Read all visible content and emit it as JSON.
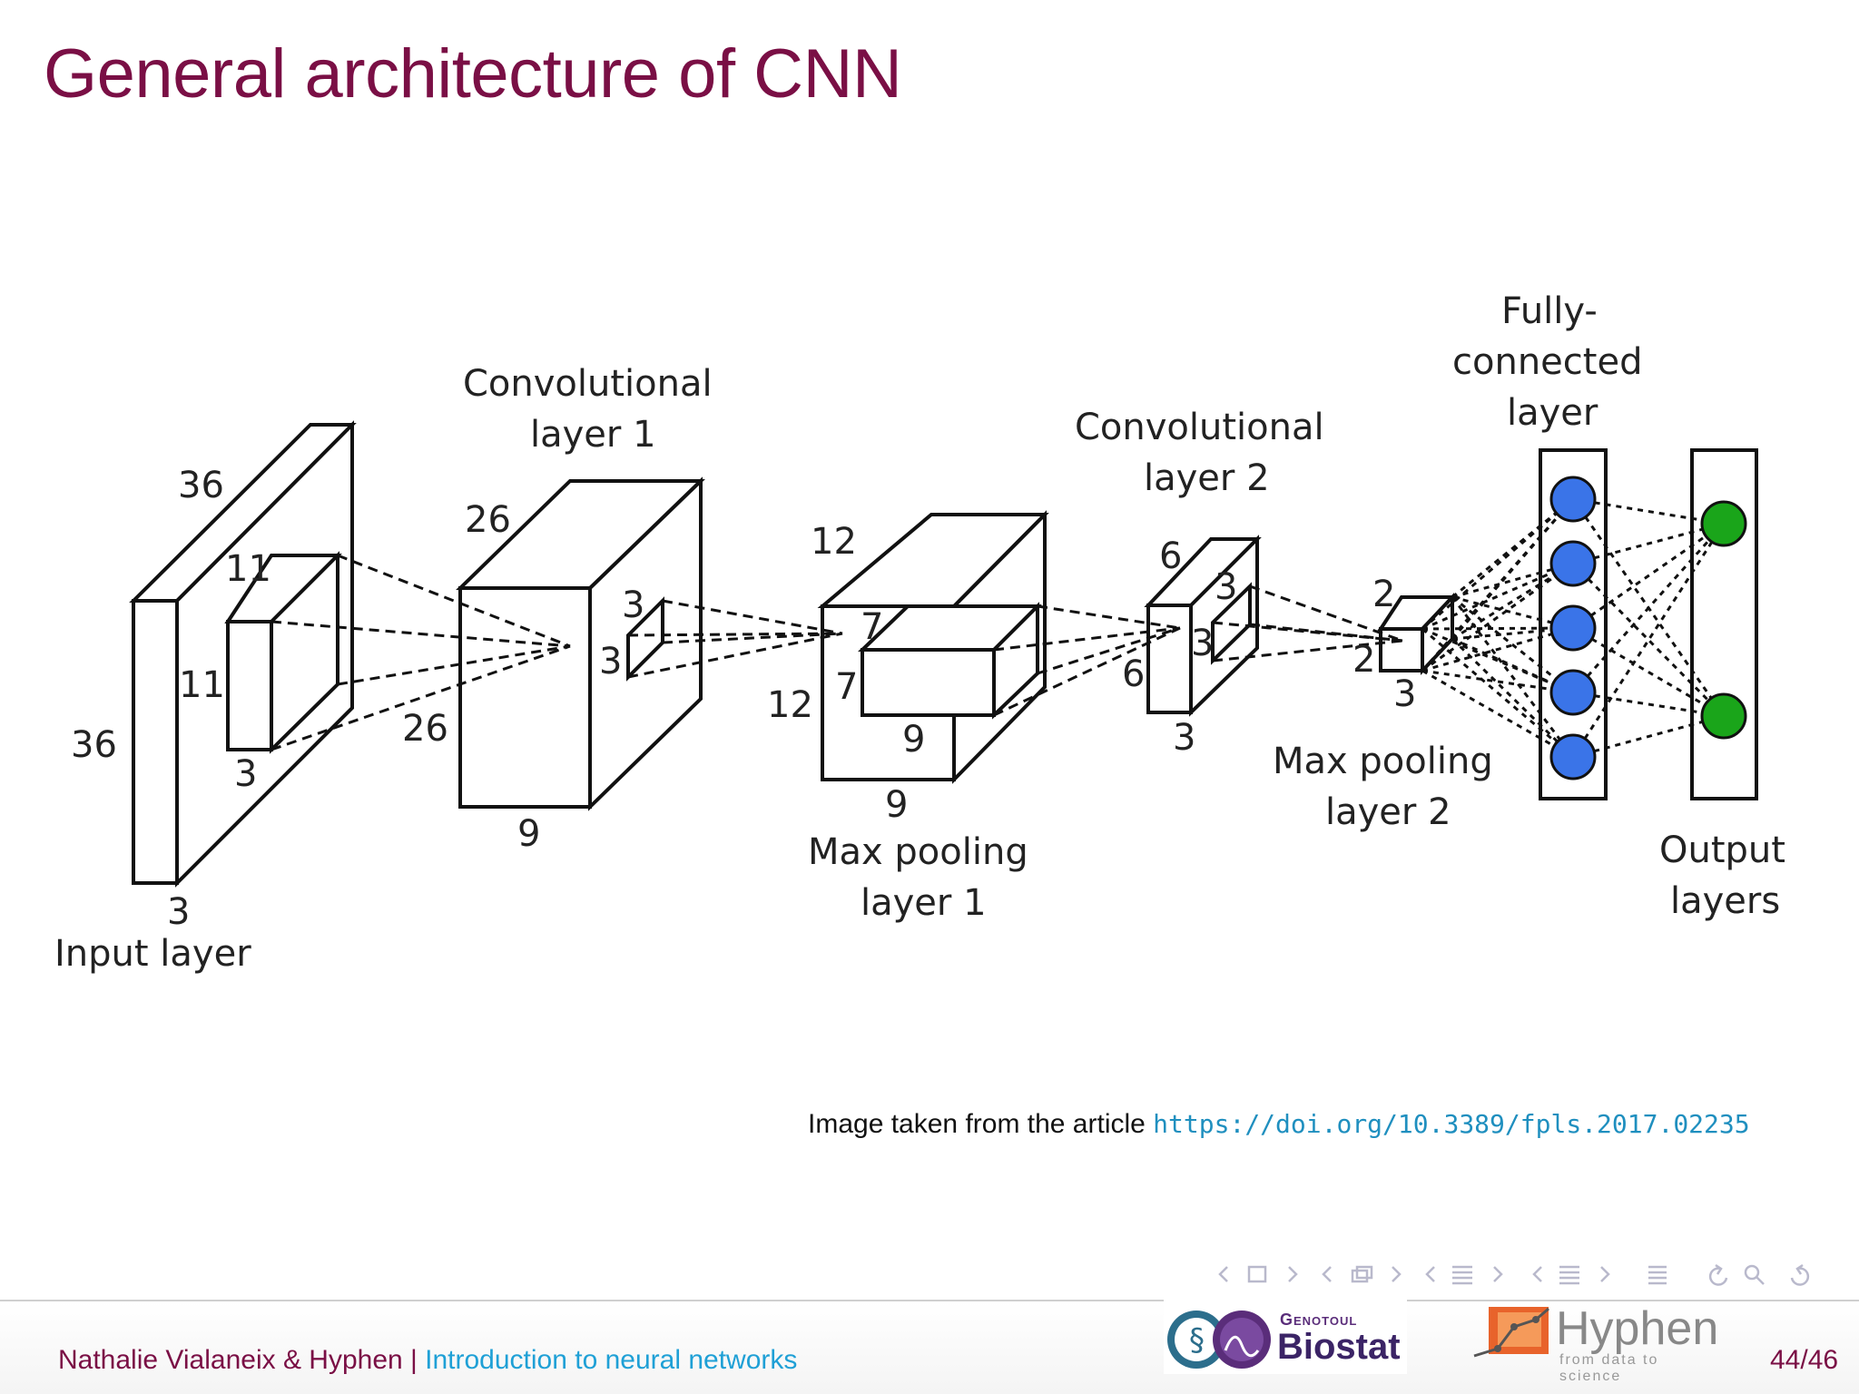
{
  "slide": {
    "title": "General architecture of CNN"
  },
  "diagram": {
    "input_layer": {
      "name": "Input layer",
      "dim_top": "36",
      "dim_left": "36",
      "dim_depth": "3"
    },
    "input_kernel": {
      "h": "11",
      "w": "11",
      "d": "3"
    },
    "conv1": {
      "name_line1": "Convolutional",
      "name_line2": "layer 1",
      "dim_top": "26",
      "dim_side": "26",
      "dim_depth": "9"
    },
    "conv1_kernel": {
      "h": "3",
      "w": "3"
    },
    "pool1": {
      "name_line1": "Max pooling",
      "name_line2": "layer 1",
      "dim_top": "12",
      "dim_left": "12",
      "dim_depth": "9"
    },
    "pool1_inner": {
      "h": "7",
      "w": "7",
      "d": "9"
    },
    "conv2": {
      "name_line1": "Convolutional",
      "name_line2": "layer 2",
      "dim_top": "6",
      "dim_left": "6",
      "dim_depth": "3"
    },
    "conv2_kernel": {
      "h": "3",
      "w": "3"
    },
    "pool2": {
      "name_line1": "Max pooling",
      "name_line2": "layer 2",
      "dim_top": "2",
      "dim_left": "2",
      "dim_depth": "3"
    },
    "fc": {
      "name_line1": "Fully-",
      "name_line2": "connected",
      "name_line3": "layer",
      "node_color": "#3a74e8",
      "node_count": 5
    },
    "output": {
      "name_line1": "Output",
      "name_line2": "layers",
      "node_color": "#1aa51a",
      "node_count": 2
    }
  },
  "caption": {
    "text": "Image taken from the article ",
    "link": "https://doi.org/10.3389/fpls.2017.02235"
  },
  "footer": {
    "author": "Nathalie Vialaneix & Hyphen",
    "separator": " | ",
    "title": "Introduction to neural networks",
    "page": "44/46",
    "logo1_small": "Genotoul",
    "logo1_big": "Biostat",
    "logo2_big": "Hyphen",
    "logo2_small": "from data to science"
  },
  "colors": {
    "title": "#7a0f45",
    "link": "#1f8fbf"
  }
}
